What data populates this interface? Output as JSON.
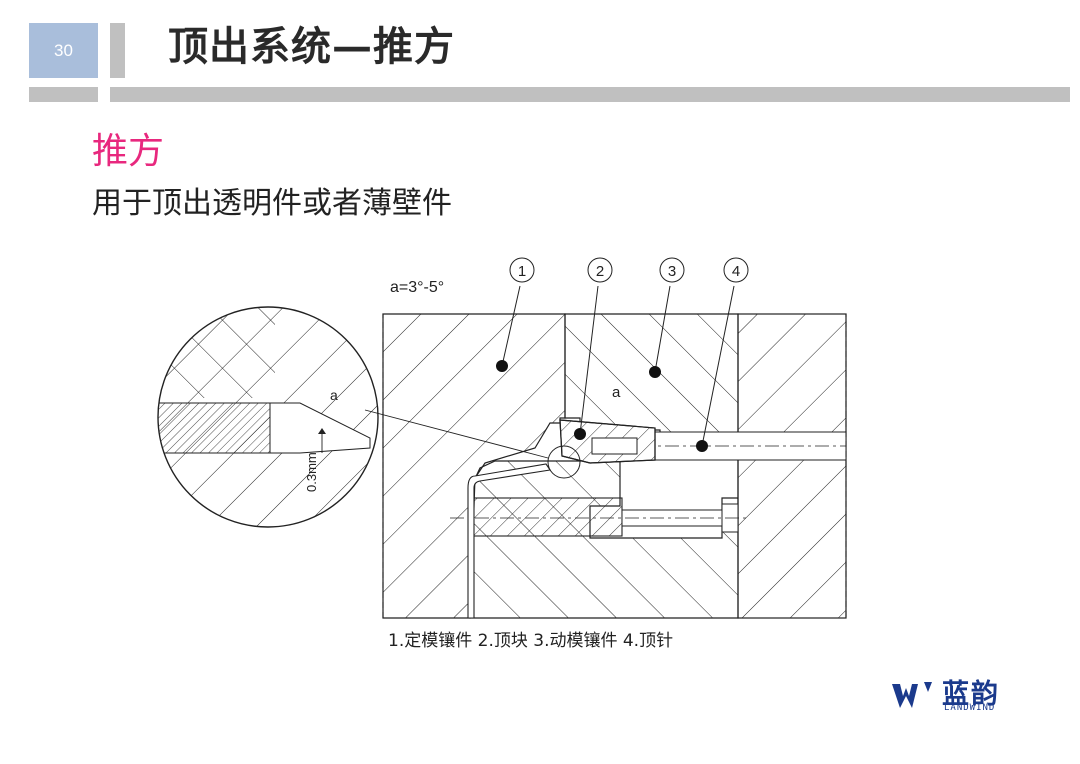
{
  "slide": {
    "page_number": "30",
    "title": "顶出系统—推方",
    "subtitle": "推方",
    "description": "用于顶出透明件或者薄壁件"
  },
  "drawing": {
    "angle_note": "a=3°-5°",
    "angle_label": "a",
    "callouts": [
      "1",
      "2",
      "3",
      "4"
    ],
    "dimension": "0.3mm",
    "legend": "1.定模镶件  2.顶块  3.动模镶件  4.顶针"
  },
  "logo": {
    "name": "蓝韵",
    "latin": "LANDWIND",
    "color": "#1b3a8c"
  },
  "colors": {
    "accent": "#e8287e",
    "page_badge": "#a9bedb",
    "rule": "#c0c0c0"
  }
}
